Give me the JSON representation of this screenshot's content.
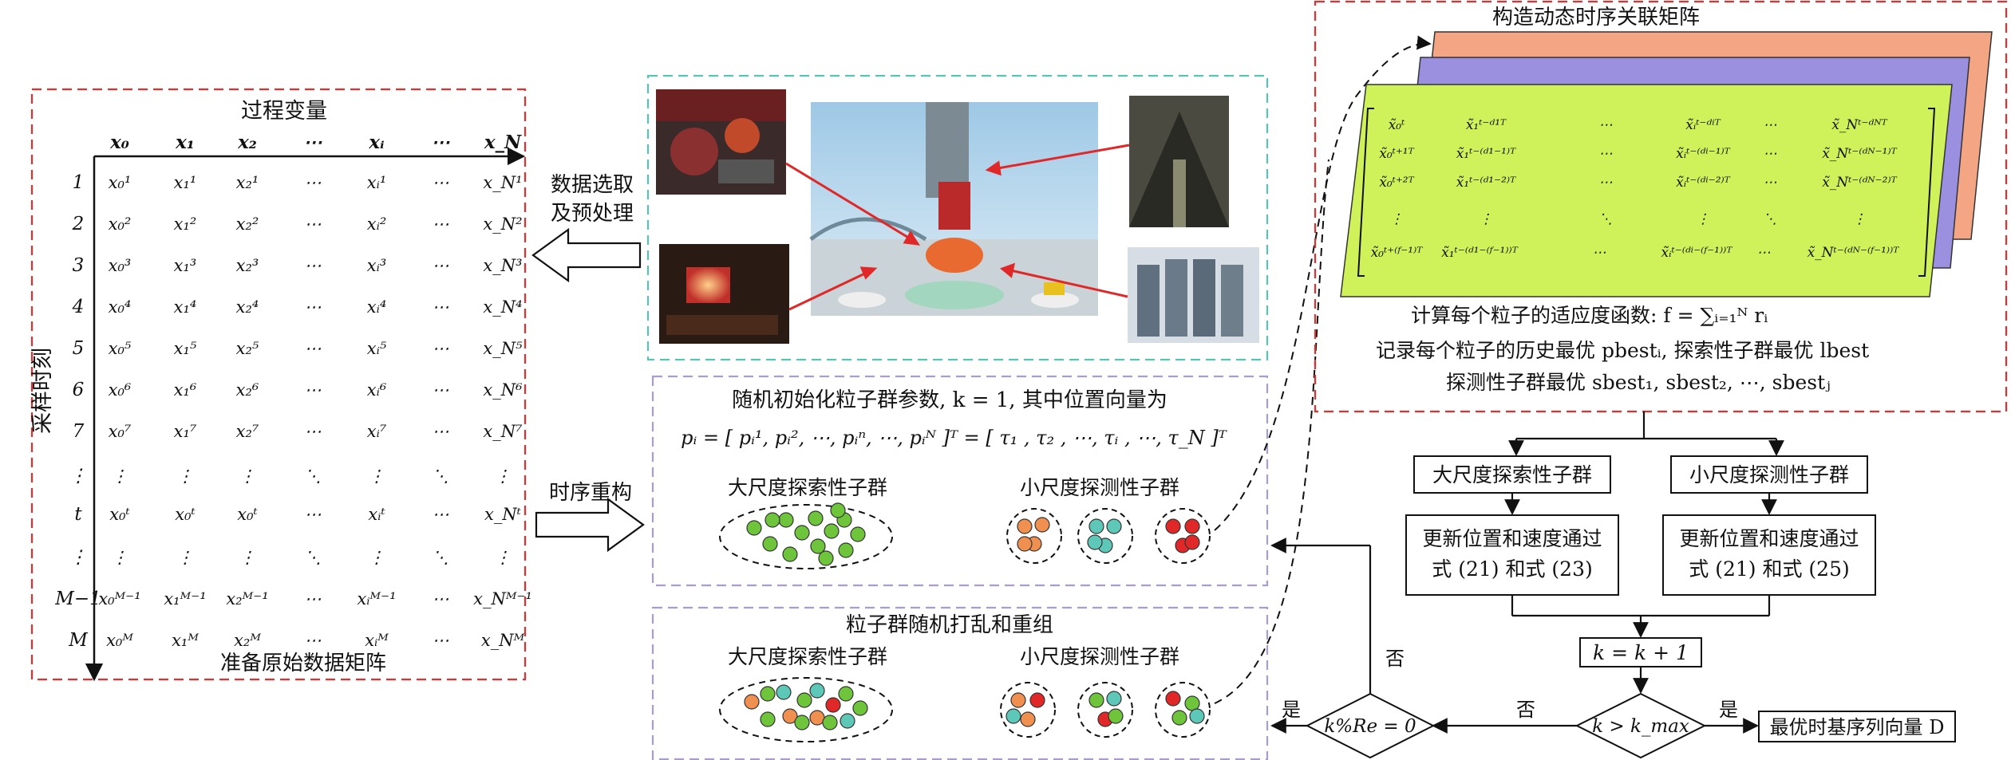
{
  "left_panel": {
    "title": "过程变量",
    "y_label": "采样时刻",
    "caption": "准备原始数据矩阵",
    "col_headers": [
      "x₀",
      "x₁",
      "x₂",
      "⋯",
      "xᵢ",
      "⋯",
      "x_N"
    ],
    "row_headers": [
      "1",
      "2",
      "3",
      "4",
      "5",
      "6",
      "7",
      "⋮",
      "t",
      "⋮",
      "M−1",
      "M"
    ],
    "cells": [
      [
        "x₀¹",
        "x₁¹",
        "x₂¹",
        "⋯",
        "xᵢ¹",
        "⋯",
        "x_N¹"
      ],
      [
        "x₀²",
        "x₁²",
        "x₂²",
        "⋯",
        "xᵢ²",
        "⋯",
        "x_N²"
      ],
      [
        "x₀³",
        "x₁³",
        "x₂³",
        "⋯",
        "xᵢ³",
        "⋯",
        "x_N³"
      ],
      [
        "x₀⁴",
        "x₁⁴",
        "x₂⁴",
        "⋯",
        "xᵢ⁴",
        "⋯",
        "x_N⁴"
      ],
      [
        "x₀⁵",
        "x₁⁵",
        "x₂⁵",
        "⋯",
        "xᵢ⁵",
        "⋯",
        "x_N⁵"
      ],
      [
        "x₀⁶",
        "x₁⁶",
        "x₂⁶",
        "⋯",
        "xᵢ⁶",
        "⋯",
        "x_N⁶"
      ],
      [
        "x₀⁷",
        "x₁⁷",
        "x₂⁷",
        "⋯",
        "xᵢ⁷",
        "⋯",
        "x_N⁷"
      ],
      [
        "⋮",
        "⋮",
        "⋮",
        "⋱",
        "⋮",
        "⋱",
        "⋮"
      ],
      [
        "x₀ᵗ",
        "x₀ᵗ",
        "x₀ᵗ",
        "⋯",
        "xᵢᵗ",
        "⋯",
        "x_Nᵗ"
      ],
      [
        "⋮",
        "⋮",
        "⋮",
        "⋱",
        "⋮",
        "⋱",
        "⋮"
      ],
      [
        "x₀ᴹ⁻¹",
        "x₁ᴹ⁻¹",
        "x₂ᴹ⁻¹",
        "⋯",
        "xᵢᴹ⁻¹",
        "⋯",
        "x_Nᴹ⁻¹"
      ],
      [
        "x₀ᴹ",
        "x₁ᴹ",
        "x₂ᴹ",
        "⋯",
        "xᵢᴹ",
        "⋯",
        "x_Nᴹ"
      ]
    ]
  },
  "arrows": {
    "data_select_line1": "数据选取",
    "data_select_line2": "及预处理",
    "reconstruct": "时序重构"
  },
  "pso_init": {
    "line1": "随机初始化粒子群参数, k = 1, 其中位置向量为",
    "line2": "pᵢ = [ pᵢ¹, pᵢ², ⋯, pᵢⁿ, ⋯, pᵢᴺ ]ᵀ = [ τ₁ , τ₂ , ⋯, τᵢ , ⋯, τ_N ]ᵀ",
    "large_swarm": "大尺度探索性子群",
    "small_swarm": "小尺度探测性子群"
  },
  "shuffle": {
    "title": "粒子群随机打乱和重组",
    "large_swarm": "大尺度探索性子群",
    "small_swarm": "小尺度探测性子群"
  },
  "matrix_panel": {
    "title": "构造动态时序关联矩阵",
    "header_row": [
      "x̃₀ᵗ",
      "x̃₁ᵗ⁻ᵈ¹ᵀ",
      "⋯",
      "x̃ᵢᵗ⁻ᵈⁱᵀ",
      "⋯",
      "x̃_Nᵗ⁻ᵈᴺᵀ"
    ],
    "row2": [
      "x̃₀ᵗ⁺¹ᵀ",
      "x̃₁ᵗ⁻⁽ᵈ¹⁻¹⁾ᵀ",
      "⋯",
      "x̃ᵢᵗ⁻⁽ᵈⁱ⁻¹⁾ᵀ",
      "⋯",
      "x̃_Nᵗ⁻⁽ᵈᴺ⁻¹⁾ᵀ"
    ],
    "row3": [
      "x̃₀ᵗ⁺²ᵀ",
      "x̃₁ᵗ⁻⁽ᵈ¹⁻²⁾ᵀ",
      "⋯",
      "x̃ᵢᵗ⁻⁽ᵈⁱ⁻²⁾ᵀ",
      "⋯",
      "x̃_Nᵗ⁻⁽ᵈᴺ⁻²⁾ᵀ"
    ],
    "row4": [
      "⋮",
      "⋮",
      "⋱",
      "⋮",
      "⋱",
      "⋮"
    ],
    "row5": [
      "x̃₀ᵗ⁺⁽ᶠ⁻¹⁾ᵀ",
      "x̃₁ᵗ⁻⁽ᵈ¹⁻⁽ᶠ⁻¹⁾⁾ᵀ",
      "⋯",
      "x̃ᵢᵗ⁻⁽ᵈⁱ⁻⁽ᶠ⁻¹⁾⁾ᵀ",
      "⋯",
      "x̃_Nᵗ⁻⁽ᵈᴺ⁻⁽ᶠ⁻¹⁾⁾ᵀ"
    ],
    "fitness": "计算每个粒子的适应度函数: f = ∑ᵢ₌₁ᴺ rᵢ",
    "record_line1": "记录每个粒子的历史最优 pbestᵢ, 探索性子群最优 lbest",
    "record_line2": "探测性子群最优 sbest₁, sbest₂, ⋯, sbestⱼ"
  },
  "flow": {
    "large_box": "大尺度探索性子群",
    "small_box": "小尺度探测性子群",
    "update_large_l1": "更新位置和速度通过",
    "update_large_l2": "式 (21) 和式 (23)",
    "update_small_l1": "更新位置和速度通过",
    "update_small_l2": "式 (21) 和式 (25)",
    "increment": "k = k + 1",
    "cond_kmax": "k > k_max",
    "cond_re": "k%Re = 0",
    "no1": "否",
    "no2": "否",
    "yes1": "是",
    "yes2": "是",
    "result": "最优时基序列向量 D"
  },
  "colors": {
    "red_dash": "#e03030",
    "teal_dash": "#56c4b4",
    "purple_dash": "#a89bd8",
    "green_particle": "#6ec43a",
    "orange_particle": "#f09050",
    "teal_particle": "#5ec8b8",
    "red_particle": "#e02828",
    "front_layer": "#cff25a",
    "mid_layer": "#9b8fe0",
    "back_layer": "#f4a584"
  }
}
